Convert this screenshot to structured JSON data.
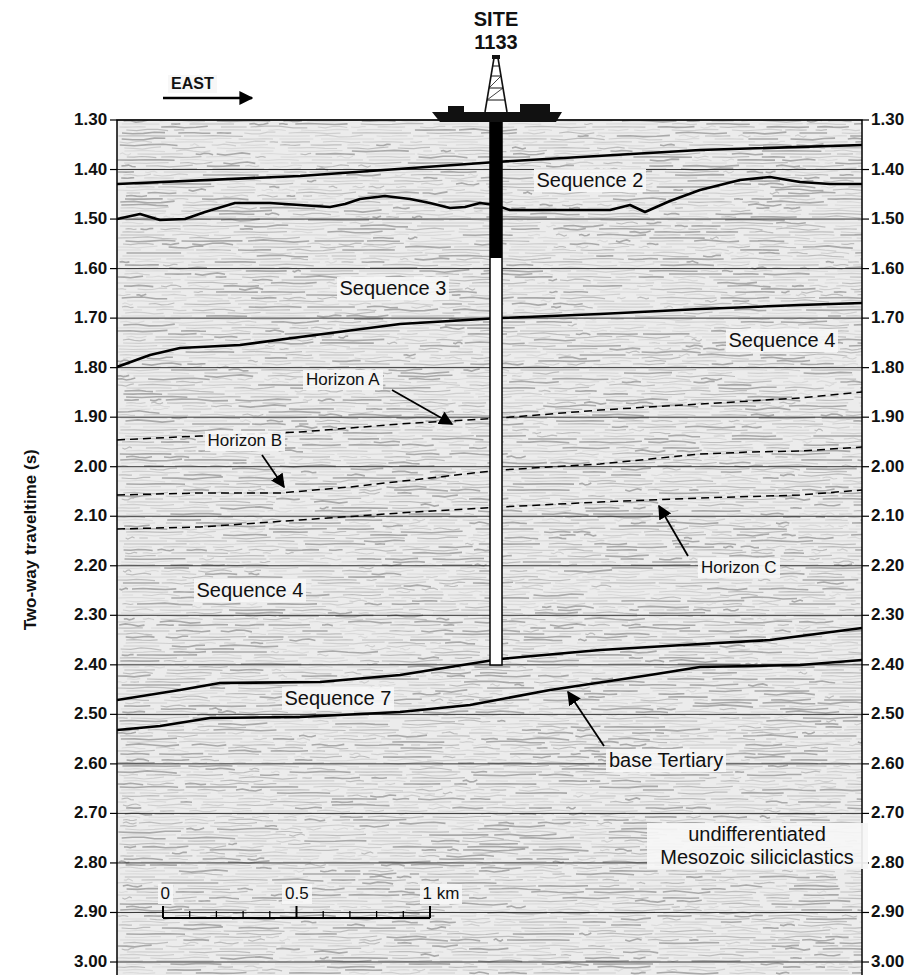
{
  "diagram": {
    "labels": [
      "SITE 1133",
      "EAST",
      "Sequence 2",
      "Sequence 3",
      "Sequence 4",
      "Horizon A",
      "Horizon B",
      "Horizon C",
      "Sequence 4",
      "Sequence 7",
      "base Tertiary",
      "undifferentiated Mesozoic siliciclastics",
      "0",
      "0.5",
      "1 km",
      "Two-way traveltime (s)",
      "1.30",
      "1.40",
      "1.50",
      "1.60",
      "1.70",
      "1.80",
      "1.90",
      "2.00",
      "2.10",
      "2.20",
      "2.30",
      "2.40",
      "2.50",
      "2.60",
      "2.70",
      "2.80",
      "2.90",
      "3.00",
      "1.30",
      "1.40",
      "1.50",
      "1.60",
      "1.70",
      "1.80",
      "1.90",
      "2.00",
      "2.10",
      "2.20",
      "2.30",
      "2.40",
      "2.50",
      "2.60",
      "2.70",
      "2.80",
      "2.90",
      "3.00"
    ]
  }
}
